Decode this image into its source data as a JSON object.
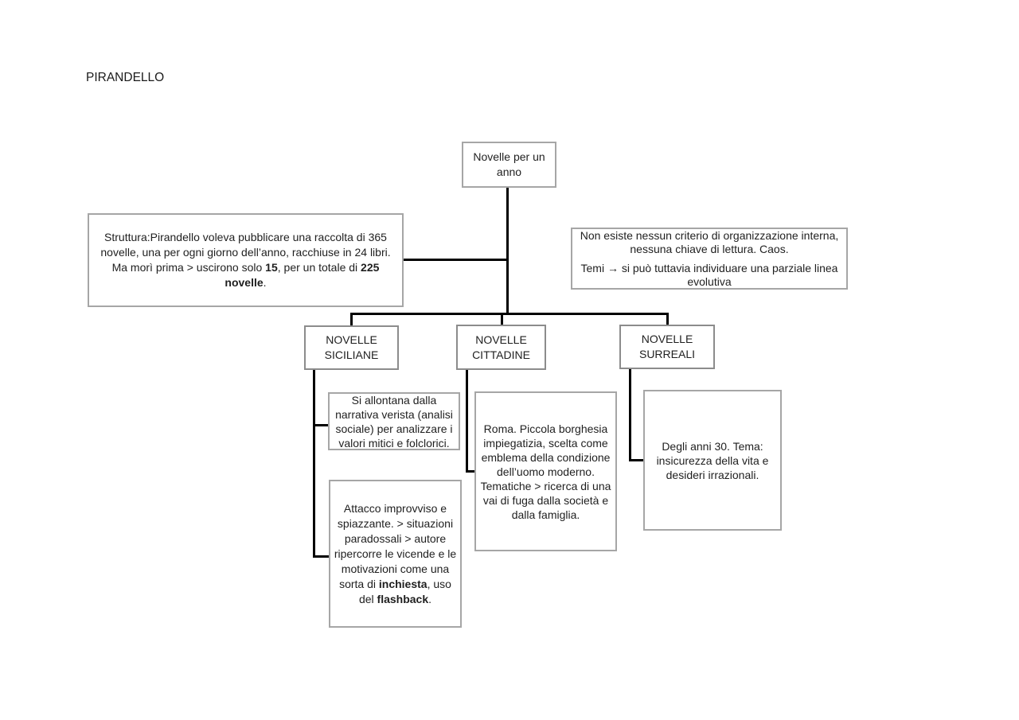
{
  "page": {
    "title": "PIRANDELLO"
  },
  "colors": {
    "background": "#ffffff",
    "connector_line": "#000000",
    "box_border": "#a6a6a6",
    "category_box_border": "#8c8c8c",
    "text": "#1f1f1f"
  },
  "diagram": {
    "root": {
      "label": "Novelle per un anno"
    },
    "struttura": {
      "text_before_bold1": "Struttura:Pirandello voleva pubblicare una raccolta di 365 novelle, una per ogni giorno dell’anno, racchiuse in 24 libri. Ma morì prima > uscirono solo ",
      "bold1": "15",
      "text_between_bolds": ", per un totale di ",
      "bold2": "225 novelle",
      "text_after_bold2": "."
    },
    "criteri": {
      "paragraph1": "Non esiste nessun criterio di organizzazione interna, nessuna chiave di lettura. Caos.",
      "paragraph2": "Temi → si può tuttavia individuare una parziale linea evolutiva"
    },
    "categories": {
      "siciliane": {
        "label": "NOVELLE SICILIANE"
      },
      "cittadine": {
        "label": "NOVELLE CITTADINE"
      },
      "surreali": {
        "label": "NOVELLE SURREALI"
      }
    },
    "details": {
      "siciliane_1": {
        "text": "Si allontana dalla narrativa verista (analisi sociale) per analizzare i valori mitici e folclorici."
      },
      "siciliane_2": {
        "text_before_bold1": "Attacco improvviso e spiazzante. > situazioni paradossali > autore ripercorre le vicende e le motivazioni come una sorta di ",
        "bold1": "inchiesta",
        "text_between_bolds": ", uso del ",
        "bold2": "flashback",
        "text_after_bold2": "."
      },
      "cittadine_1": {
        "text": "Roma. Piccola borghesia impiegatizia, scelta come emblema della condizione dell’uomo moderno. Tematiche > ricerca di una vai di fuga dalla società e dalla famiglia."
      },
      "surreali_1": {
        "text": "Degli anni 30. Tema: insicurezza della vita e desideri irrazionali."
      }
    }
  }
}
